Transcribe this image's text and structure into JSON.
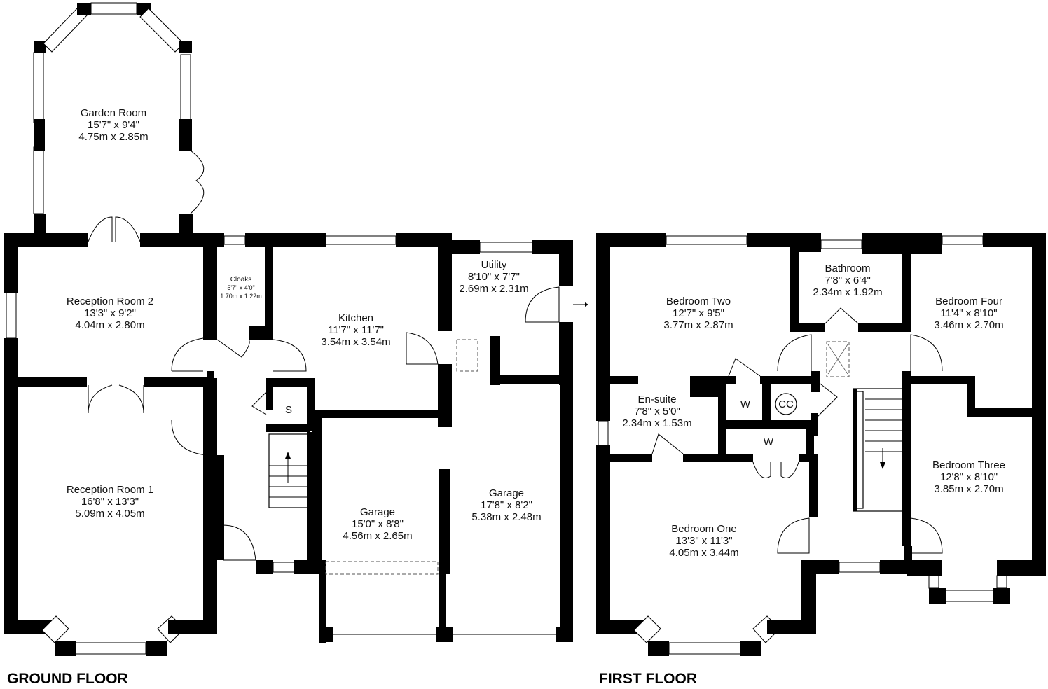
{
  "floors": {
    "ground": {
      "title": "GROUND FLOOR"
    },
    "first": {
      "title": "FIRST FLOOR"
    }
  },
  "rooms": {
    "garden_room": {
      "name": "Garden Room",
      "imperial": "15'7\" x 9'4\"",
      "metric": "4.75m x 2.85m"
    },
    "reception_2": {
      "name": "Reception Room 2",
      "imperial": "13'3\" x 9'2\"",
      "metric": "4.04m x 2.80m"
    },
    "cloaks": {
      "name": "Cloaks",
      "imperial": "5'7\" x 4'0\"",
      "metric": "1.70m x 1.22m"
    },
    "kitchen": {
      "name": "Kitchen",
      "imperial": "11'7\" x 11'7\"",
      "metric": "3.54m x 3.54m"
    },
    "utility": {
      "name": "Utility",
      "imperial": "8'10\" x 7'7\"",
      "metric": "2.69m x 2.31m"
    },
    "reception_1": {
      "name": "Reception Room 1",
      "imperial": "16'8\" x 13'3\"",
      "metric": "5.09m x 4.05m"
    },
    "garage_a": {
      "name": "Garage",
      "imperial": "15'0\" x 8'8\"",
      "metric": "4.56m x 2.65m"
    },
    "garage_b": {
      "name": "Garage",
      "imperial": "17'8\" x 8'2\"",
      "metric": "5.38m x 2.48m"
    },
    "bedroom_two": {
      "name": "Bedroom Two",
      "imperial": "12'7\" x 9'5\"",
      "metric": "3.77m x 2.87m"
    },
    "bathroom": {
      "name": "Bathroom",
      "imperial": "7'8\" x 6'4\"",
      "metric": "2.34m x 1.92m"
    },
    "bedroom_four": {
      "name": "Bedroom Four",
      "imperial": "11'4\" x 8'10\"",
      "metric": "3.46m x 2.70m"
    },
    "ensuite": {
      "name": "En-suite",
      "imperial": "7'8\" x 5'0\"",
      "metric": "2.34m x 1.53m"
    },
    "bedroom_three": {
      "name": "Bedroom Three",
      "imperial": "12'8\" x 8'10\"",
      "metric": "3.85m x 2.70m"
    },
    "bedroom_one": {
      "name": "Bedroom One",
      "imperial": "13'3\" x 11'3\"",
      "metric": "4.05m x 3.44m"
    }
  },
  "labels": {
    "store": "S",
    "wardrobe_1": "W",
    "wardrobe_2": "W",
    "cylinder_cupboard": "CC"
  },
  "colors": {
    "walls": "#000000",
    "background": "#ffffff"
  }
}
